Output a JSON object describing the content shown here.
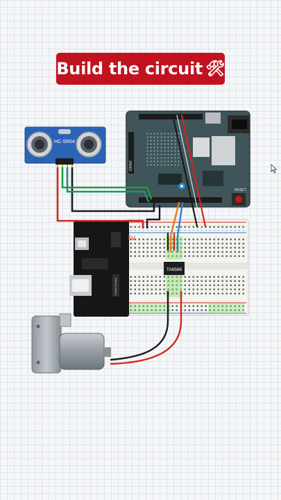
{
  "title": {
    "text": "Build the circuit",
    "icon": "tools-icon"
  },
  "labels": {
    "sensor": "HC-SR04",
    "power_rail": "5V",
    "driver_chip": "TA6586",
    "board_button": "RESET"
  },
  "colors": {
    "banner": "#c1121f",
    "board": "#3f5559",
    "breadboard": "#f3f3ef",
    "sensor": "#2b63b7",
    "wire_red": "#d3261e",
    "wire_black": "#1a1a1a",
    "wire_green": "#1e9e3c",
    "wire_blue": "#2a7fd6",
    "wire_orange": "#e87a1c"
  }
}
